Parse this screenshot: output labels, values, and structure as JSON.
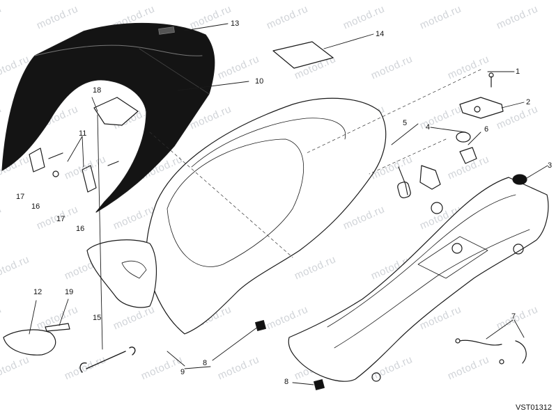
{
  "watermark_text": "motod.ru",
  "drawing_code": "VST01312",
  "callouts": {
    "c1": "1",
    "c2": "2",
    "c3": "3",
    "c4": "4",
    "c5": "5",
    "c6": "6",
    "c7": "7",
    "c8a": "8",
    "c8b": "8",
    "c9": "9",
    "c10": "10",
    "c11": "11",
    "c12": "12",
    "c13": "13",
    "c14": "14",
    "c15": "15",
    "c16a": "16",
    "c16b": "16",
    "c17a": "17",
    "c17b": "17",
    "c18": "18",
    "c19": "19"
  },
  "colors": {
    "line": "#1a1a1a",
    "tail_fill": "#141414",
    "watermark": "#c9cdd2"
  }
}
